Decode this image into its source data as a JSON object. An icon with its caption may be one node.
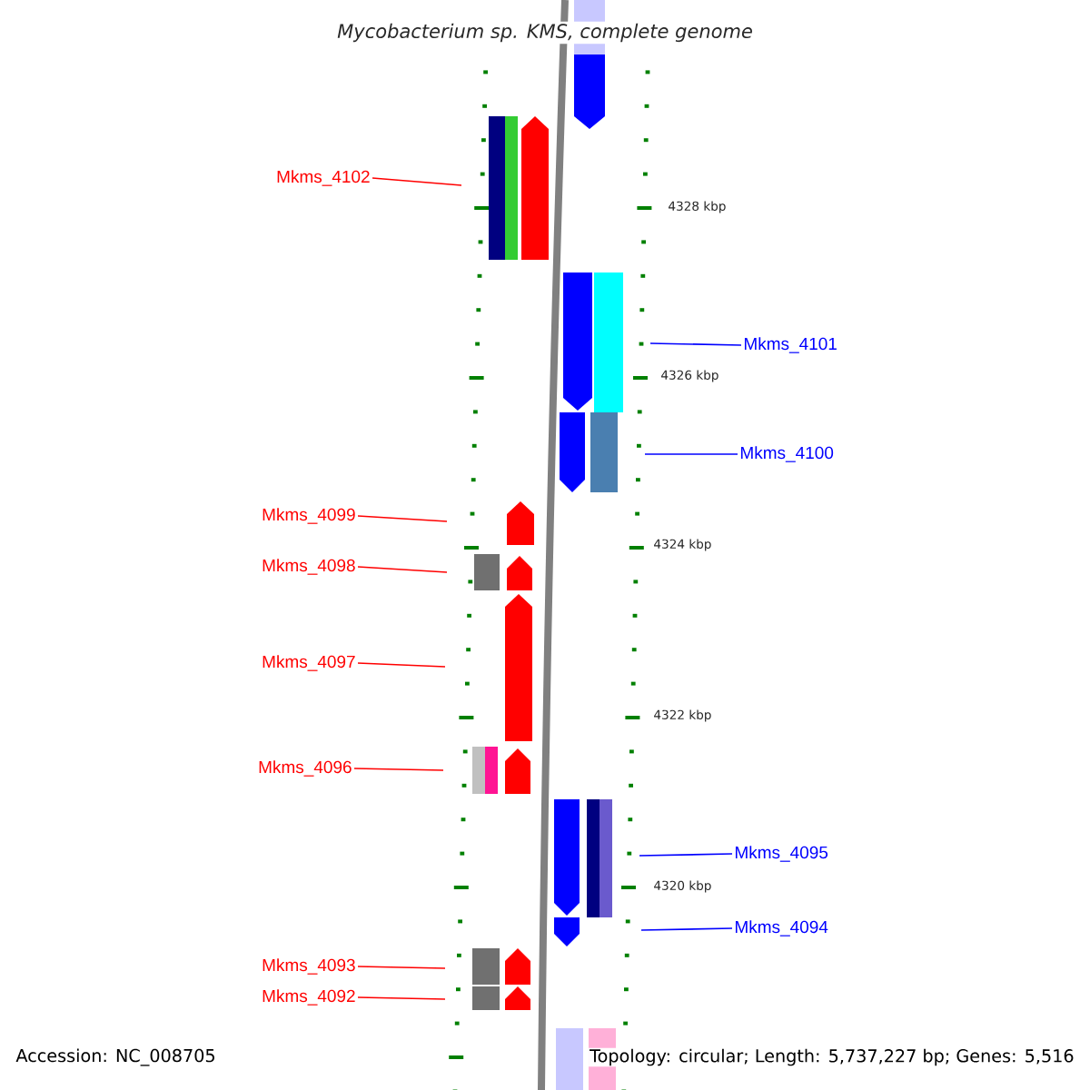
{
  "diagram": {
    "title": "Mycobacterium sp. KMS, complete genome",
    "nodes": [
      {
        "text": [
          "Mkms_4102"
        ]
      },
      {
        "text": [
          "Mkms_4101"
        ]
      },
      {
        "text": [
          "Mkms_4100"
        ]
      },
      {
        "text": [
          "Mkms_4099"
        ]
      },
      {
        "text": [
          "Mkms_4098"
        ]
      },
      {
        "text": [
          "Mkms_4097"
        ]
      },
      {
        "text": [
          "Mkms_4096"
        ]
      },
      {
        "text": [
          "Mkms_4095"
        ]
      },
      {
        "text": [
          "Mkms_4094"
        ]
      },
      {
        "text": [
          "Mkms_4093"
        ]
      },
      {
        "text": [
          "Mkms_4092"
        ]
      }
    ],
    "edges": [
      {
        "from": 0,
        "to": null,
        "arrow": "none"
      },
      {
        "from": 1,
        "to": null,
        "arrow": "none",
        "color": "#0000ff"
      },
      {
        "from": 2,
        "to": null,
        "arrow": "none",
        "color": "#0000ff"
      },
      {
        "from": 3,
        "to": null,
        "arrow": "none"
      },
      {
        "from": 4,
        "to": null,
        "arrow": "none"
      },
      {
        "from": 5,
        "to": null,
        "arrow": "none"
      },
      {
        "from": 6,
        "to": null,
        "arrow": "none"
      },
      {
        "from": 7,
        "to": null,
        "arrow": "none",
        "color": "#0000ff"
      },
      {
        "from": 8,
        "to": null,
        "arrow": "none",
        "color": "#0000ff"
      },
      {
        "from": 9,
        "to": null,
        "arrow": "none"
      },
      {
        "from": 10,
        "to": null,
        "arrow": "none"
      }
    ],
    "labels": [
      "4328 kbp",
      "4326 kbp",
      "4324 kbp",
      "4322 kbp",
      "4320 kbp",
      "Accession: NC_008705",
      "Topology: circular; Length: 5,737,227 bp; Genes: 5,516"
    ]
  }
}
